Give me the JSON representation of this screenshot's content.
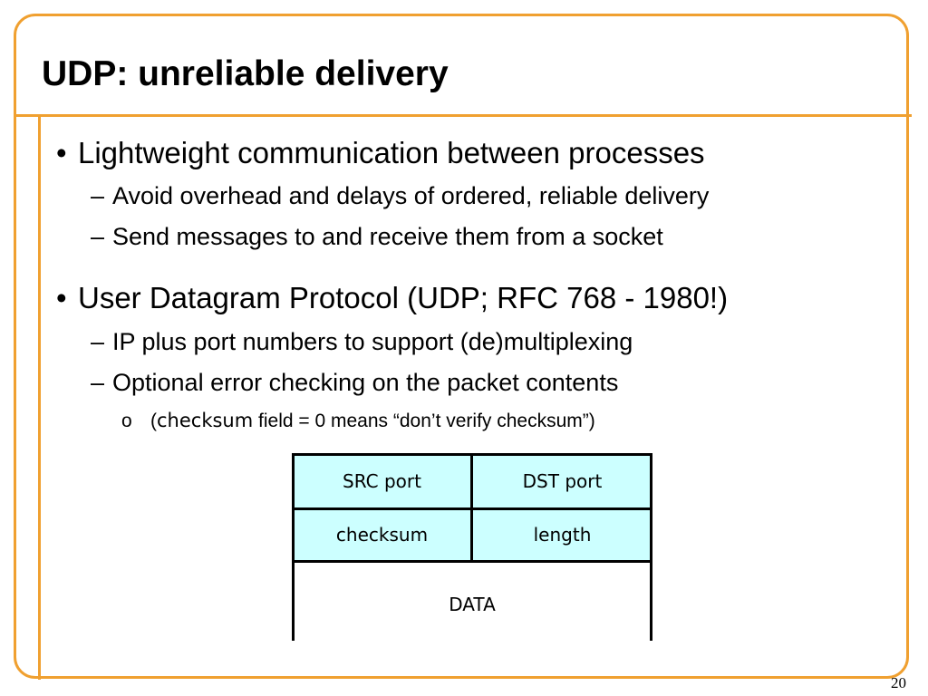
{
  "slide": {
    "title": "UDP: unreliable delivery",
    "page_number": "20",
    "bullets": [
      {
        "marker": "•",
        "text": "Lightweight communication between processes",
        "children": [
          {
            "marker": "–",
            "text": "Avoid overhead and delays of ordered, reliable delivery"
          },
          {
            "marker": "–",
            "text": "Send messages to and receive them from a socket"
          }
        ]
      },
      {
        "marker": "•",
        "text": "User Datagram Protocol (UDP; RFC 768 - 1980!)",
        "children": [
          {
            "marker": "–",
            "text": "IP plus port numbers to support (de)multiplexing"
          },
          {
            "marker": "–",
            "text": "Optional error checking on the packet contents",
            "children": [
              {
                "marker": "o",
                "prefix": "(",
                "code": "checksum",
                "suffix": " field = 0 means “don’t verify checksum”)"
              }
            ]
          }
        ]
      }
    ]
  },
  "packet_header": {
    "row1": [
      "SRC port",
      "DST port"
    ],
    "row2": [
      "checksum",
      "length"
    ],
    "data_label": "DATA"
  },
  "colors": {
    "frame": "#f0a030",
    "header_fill": "#ccffff"
  }
}
